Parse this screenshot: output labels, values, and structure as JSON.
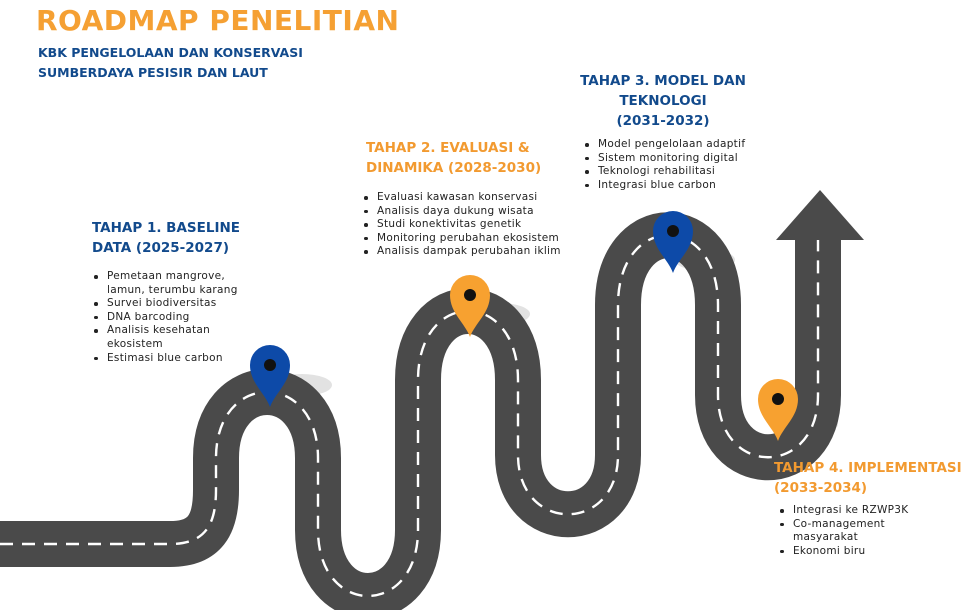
{
  "header": {
    "title": "ROADMAP PENELITIAN",
    "subtitle_line1": "KBK PENGELOLAAN DAN KONSERVASI",
    "subtitle_line2": "SUMBERDAYA PESISIR DAN LAUT"
  },
  "colors": {
    "title": "#f5a033",
    "heading_blue": "#124a8c",
    "heading_orange": "#f29a30",
    "road": "#4a4a4a",
    "pin_blue": "#0d4aa8",
    "pin_orange": "#f7a130"
  },
  "stages": [
    {
      "title_line1": "TAHAP 1. BASELINE",
      "title_line2": "DATA (2025-2027)",
      "pin_color": "blue",
      "items": [
        "Pemetaan mangrove, lamun, terumbu karang",
        "Survei biodiversitas",
        "DNA barcoding",
        "Analisis kesehatan ekosistem",
        "Estimasi blue carbon"
      ]
    },
    {
      "title_line1": "TAHAP 2. EVALUASI &",
      "title_line2": "DINAMIKA (2028-2030)",
      "pin_color": "orange",
      "items": [
        "Evaluasi kawasan konservasi",
        "Analisis daya dukung wisata",
        "Studi konektivitas genetik",
        "Monitoring perubahan ekosistem",
        "Analisis dampak perubahan iklim"
      ]
    },
    {
      "title_line1": "TAHAP 3. MODEL DAN",
      "title_line2": "TEKNOLOGI",
      "title_line3": "(2031-2032)",
      "pin_color": "blue",
      "items": [
        "Model pengelolaan adaptif",
        "Sistem monitoring digital",
        "Teknologi rehabilitasi",
        "Integrasi blue carbon"
      ]
    },
    {
      "title_line1": "TAHAP 4. IMPLEMENTASI",
      "title_line2": "(2033-2034)",
      "pin_color": "orange",
      "items": [
        "Integrasi ke RZWP3K",
        "Co-management masyarakat",
        "Ekonomi biru"
      ]
    }
  ]
}
